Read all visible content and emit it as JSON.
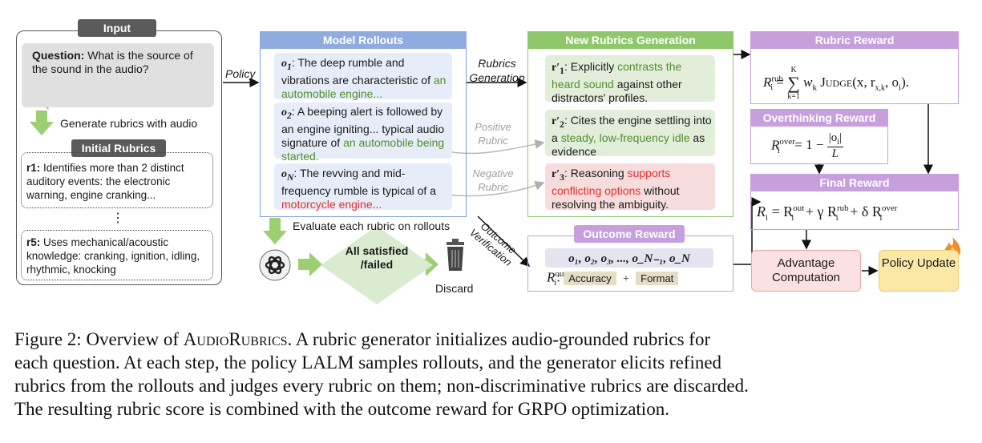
{
  "input": {
    "header": "Input",
    "question_bold": "Question:",
    "question_text": " What is the source of the sound in the audio?",
    "generate_label": "Generate rubrics with audio",
    "initial_header": "Initial Rubrics",
    "r1_bold": "r1:",
    "r1_text": " Identifies more than 2 distinct auditory events: the electronic warning, engine cranking...",
    "dots": "⋮",
    "r5_bold": "r5:",
    "r5_text": " Uses mechanical/acoustic knowledge: cranking, ignition, idling, rhythmic, knocking"
  },
  "policy_label": "Policy",
  "rollouts": {
    "header": "Model Rollouts",
    "o1_sym": "o",
    "o1_sub": "1",
    "o1_pre": ": The deep rumble and vibrations are characteristic of ",
    "o1_hl": "an automobile engine...",
    "o2_sym": "o",
    "o2_sub": "2",
    "o2_pre": ": A beeping alert is followed by an engine igniting... typical audio signature of ",
    "o2_hl": "an automobile being started.",
    "oN_sym": "o",
    "oN_sub": "N",
    "oN_pre": ": The revving and mid-frequency rumble is typical of a ",
    "oN_hl": "motorcycle engine..."
  },
  "rubrics_generation_label": "Rubrics Generation",
  "positive_rubric_label": "Positive Rubric",
  "negative_rubric_label": "Negative Rubric",
  "new_rubrics": {
    "header": "New Rubrics Generation",
    "r1_sym": "r",
    "r1_sub": "1",
    "r1_pre": ": Explicitly ",
    "r1_hl": "contrasts the heard sound",
    "r1_post": " against other distractors' profiles.",
    "r2_sym": "r",
    "r2_sub": "2",
    "r2_pre": ": Cites the engine settling into a ",
    "r2_hl": "steady, low-frequency idle",
    "r2_post": " as evidence",
    "r3_sym": "r",
    "r3_sub": "3",
    "r3_pre": ": Reasoning ",
    "r3_hl": "supports conflicting options",
    "r3_post": " without resolving the ambiguity."
  },
  "evaluate_label": "Evaluate each rubric on rollouts",
  "decision_text": "All satisfied /failed",
  "discard_label": "Discard",
  "outcome_verification_label": "Outcome Verification",
  "outcome": {
    "header": "Outcome Reward",
    "seq": "o₁, o₂, o₃, ..., o_N₋₁, o_N",
    "r_sym": "R",
    "r_sup": "out.",
    "r_sub": "i",
    "accuracy": "Accuracy",
    "plus": "+",
    "format": "Format"
  },
  "rubric_reward": {
    "header": "Rubric Reward",
    "lhs": "R",
    "lhs_sup": "rub",
    "lhs_sub": "i",
    "eq": "=",
    "sum_top": "K",
    "sum_sym": "∑",
    "sum_bot": "k=1",
    "w": "w",
    "w_sub": "k",
    "judge": "Judge",
    "args": "(x, r",
    "args_sub": "x,k",
    "args_end": ", o",
    "o_sub": "i",
    "close": ")."
  },
  "overthinking": {
    "header": "Overthinking Reward",
    "lhs": "R",
    "lhs_sup": "over",
    "lhs_sub": "i",
    "rhs": "= 1 −",
    "num": "|o",
    "num_sub": "i",
    "num_end": "|",
    "den": "L"
  },
  "final": {
    "header": "Final Reward",
    "formula_R": "R",
    "formula_Ri_sub": "i",
    "eq": "= R",
    "out_sup": "out",
    "out_sub": "i",
    "plus_gamma": "+ γ R",
    "rub_sup": "rub",
    "rub_sub": "i",
    "plus_delta": "+ δ R",
    "over_sup": "over",
    "over_sub": "i"
  },
  "advantage_label": "Advantage Computation",
  "policy_update_label": "Policy Update",
  "caption": {
    "line1_a": "Figure 2: Overview of ",
    "line1_name": "AudioRubrics",
    "line1_b": ". A rubric generator initializes audio-grounded rubrics for",
    "line2": "each question.  At each step, the policy LALM samples rollouts, and the generator elicits refined",
    "line3": "rubrics from the rollouts and judges every rubric on them; non-discriminative rubrics are discarded.",
    "line4": "The resulting rubric score is combined with the outcome reward for GRPO optimization."
  },
  "colors": {
    "input_header": "#5a5a5a",
    "rollouts_header": "#8fabe0",
    "rollouts_border": "#7e9ad8",
    "new_rubrics_header": "#8ec86a",
    "reward_header": "#c79fdc",
    "pink_box": "#fbe1e1",
    "yellow_box": "#fbe7a6",
    "arrow_green": "#9ccf72"
  }
}
